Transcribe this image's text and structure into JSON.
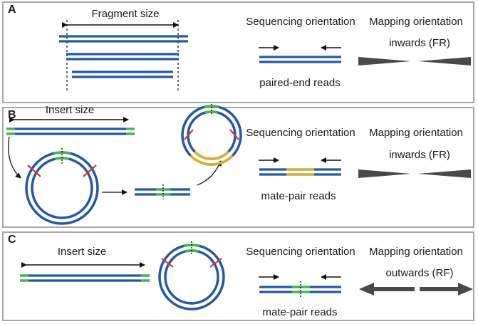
{
  "panels": [
    {
      "letter": "A",
      "size_label": "Fragment size",
      "sequencing_title": "Sequencing orientation",
      "mapping_title": "Mapping orientation",
      "orientation": "inwards (FR)",
      "reads_label": "paired-end reads"
    },
    {
      "letter": "B",
      "size_label": "Insert size",
      "sequencing_title": "Sequencing orientation",
      "mapping_title": "Mapping orientation",
      "orientation": "inwards (FR)",
      "reads_label": "mate-pair reads"
    },
    {
      "letter": "C",
      "size_label": "Insert size",
      "sequencing_title": "Sequencing orientation",
      "mapping_title": "Mapping orientation",
      "orientation": "outwards (RF)",
      "reads_label": "mate-pair reads"
    }
  ],
  "colors": {
    "strand": "#2457a6",
    "junction": "#44b649",
    "biotin_fill": "#d9b22a",
    "cut": "#d6382c",
    "arrow": "#474a4d",
    "border": "#a8a8a8"
  }
}
